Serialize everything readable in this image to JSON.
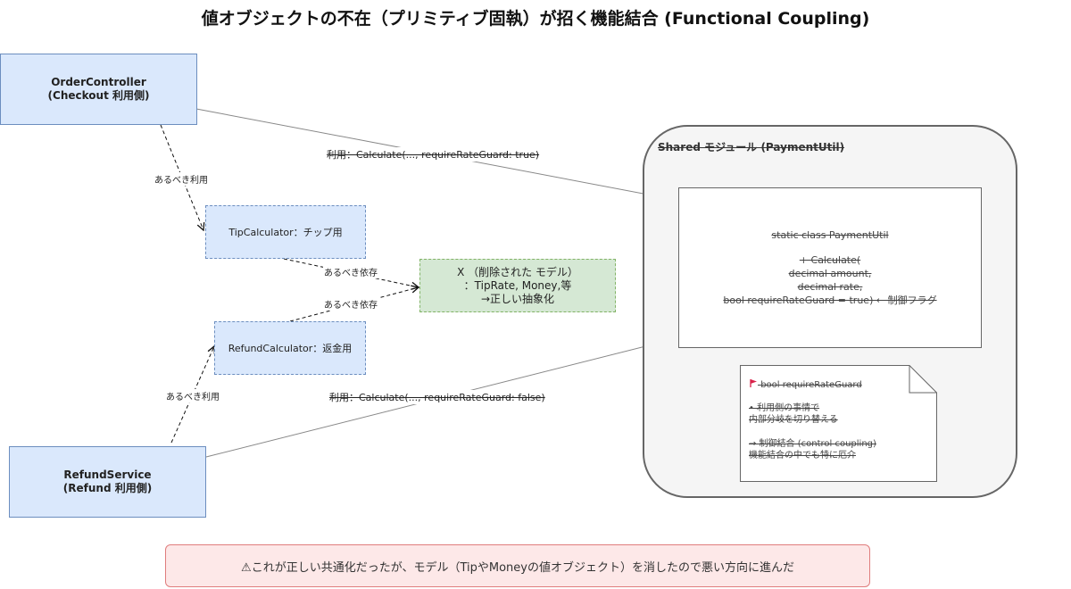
{
  "title": "値オブジェクトの不在（プリミティブ固執）が招く機能結合 (Functional Coupling)",
  "nodes": {
    "order_controller": [
      "OrderController",
      "(Checkout 利用側)"
    ],
    "refund_service": [
      "RefundService",
      "(Refund 利用側)"
    ],
    "tip_calculator": "TipCalculator：チップ用",
    "refund_calculator": "RefundCalculator：返金用",
    "deleted_model": [
      "X （削除された モデル）",
      "：TipRate, Money,等",
      "→正しい抽象化"
    ]
  },
  "shared": {
    "label": "Shared モジュール (PaymentUtil)",
    "code_lines": [
      "static class PaymentUtil",
      "",
      "+ Calculate(",
      "decimal amount,",
      "decimal rate,",
      "bool requireRateGuard = true)  ← 制御フラグ"
    ]
  },
  "note": {
    "flag_icon": "flag-icon",
    "flag_text": "bool requireRateGuard",
    "item1": [
      "• 利用側の事情で",
      "内部分岐を切り替える"
    ],
    "item2": [
      "→ 制御結合 (control coupling)",
      "機能結合の中でも特に厄介"
    ]
  },
  "edges": {
    "usage_true": "利用：Calculate(..., requireRateGuard: true)",
    "usage_false": "利用：Calculate(..., requireRateGuard: false)",
    "should_use_top": "あるべき利用",
    "should_use_bottom": "あるべき利用",
    "should_depend_top": "あるべき依存",
    "should_depend_bottom": "あるべき依存"
  },
  "warning": {
    "icon": "warning-icon",
    "text": "⚠これが正しい共通化だったが、モデル（TipやMoneyの値オブジェクト）を消したので悪い方向に進んだ"
  },
  "colors": {
    "blue_fill": "#dae8fc",
    "blue_stroke": "#6c8ebf",
    "green_fill": "#d5e8d4",
    "green_stroke": "#82b366",
    "warning_fill": "#fde8e8",
    "warning_stroke": "#e07d7d",
    "flag": "#d9234b"
  }
}
